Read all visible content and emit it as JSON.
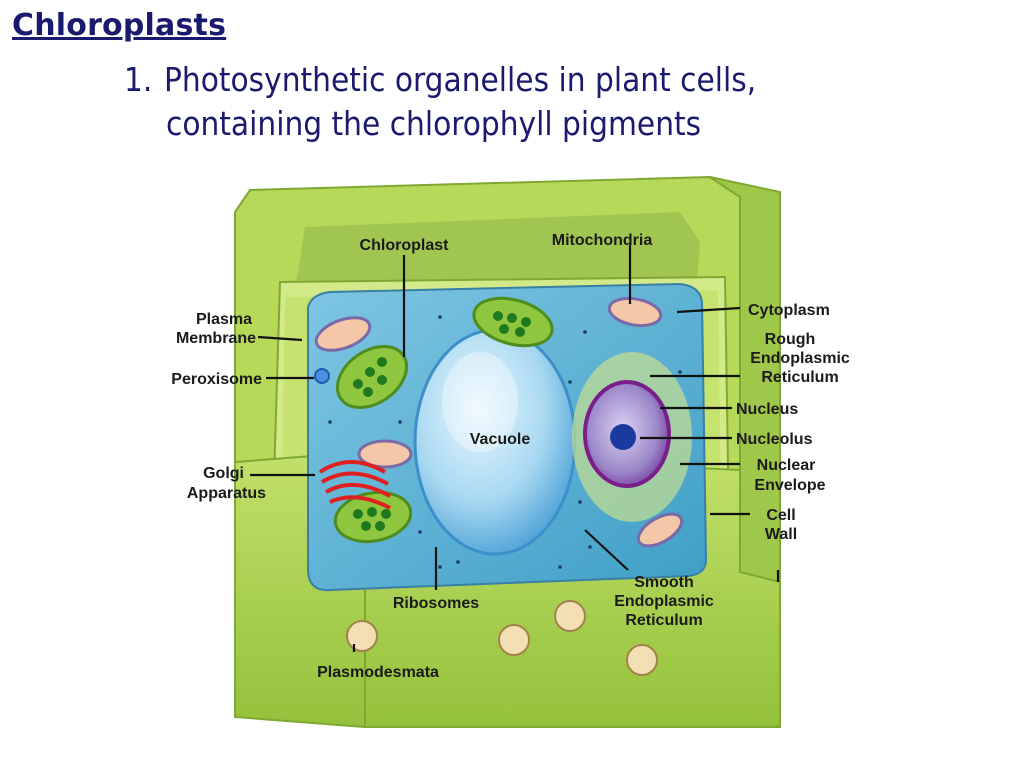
{
  "slide": {
    "title": "Chloroplasts",
    "bullet_number": "1.",
    "bullet_line1": "Photosynthetic organelles in plant cells,",
    "bullet_line2": "containing the chlorophyll pigments"
  },
  "diagram": {
    "labels": {
      "chloroplast": "Chloroplast",
      "mitochondria": "Mitochondria",
      "cytoplasm": "Cytoplasm",
      "plasma_membrane_1": "Plasma",
      "plasma_membrane_2": "Membrane",
      "rough_er_1": "Rough",
      "rough_er_2": "Endoplasmic",
      "rough_er_3": "Reticulum",
      "peroxisome": "Peroxisome",
      "nucleus": "Nucleus",
      "vacuole": "Vacuole",
      "nucleolus": "Nucleolus",
      "golgi_1": "Golgi",
      "golgi_2": "Apparatus",
      "nuclear_envelope_1": "Nuclear",
      "nuclear_envelope_2": "Envelope",
      "cell_wall_1": "Cell",
      "cell_wall_2": "Wall",
      "smooth_er_1": "Smooth",
      "smooth_er_2": "Endoplasmic",
      "smooth_er_3": "Reticulum",
      "ribosomes": "Ribosomes",
      "plasmodesmata": "Plasmodesmata"
    },
    "colors": {
      "cell_wall": "#a6cf4a",
      "cell_wall_dark": "#7fa832",
      "cytoplasm": "#5bb6d8",
      "vacuole": "#9fd4ef",
      "chloroplast": "#8ec63f",
      "nucleus": "#9b87c9",
      "golgi": "#e02020"
    }
  }
}
